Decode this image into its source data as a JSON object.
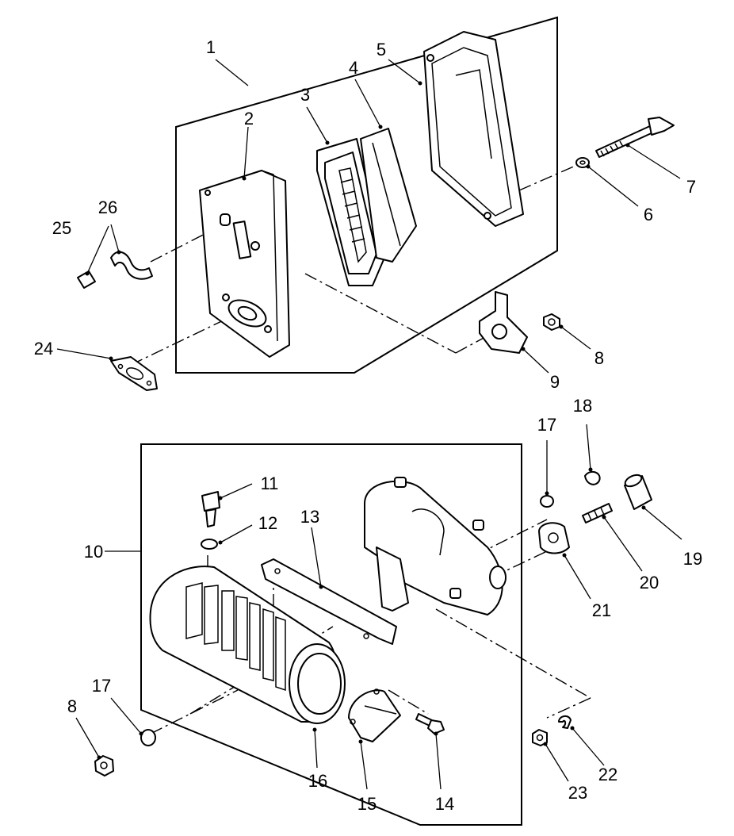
{
  "callouts": [
    "1",
    "2",
    "3",
    "4",
    "5",
    "6",
    "7",
    "8",
    "9",
    "10",
    "11",
    "12",
    "13",
    "14",
    "15",
    "16",
    "17",
    "18",
    "19",
    "20",
    "21",
    "22",
    "23",
    "24",
    "25",
    "26",
    "17",
    "8"
  ],
  "colors": {
    "ink": "#000000",
    "paper": "#ffffff"
  }
}
